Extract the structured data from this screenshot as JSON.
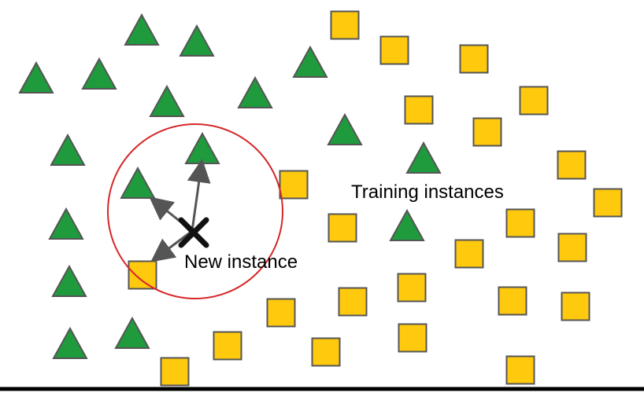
{
  "labels": {
    "training": "Training instances",
    "new_instance": "New instance"
  },
  "legend_classes": [
    {
      "shape": "triangle",
      "color": "#1f9a3c"
    },
    {
      "shape": "square",
      "color": "#ffc90e"
    }
  ],
  "colors": {
    "triangle_fill": "#1f9a3c",
    "square_fill": "#ffc90e",
    "outline": "#555555",
    "circle": "#d62728",
    "arrow": "#555555",
    "marker": "#111111",
    "baseline": "#000000"
  }
}
